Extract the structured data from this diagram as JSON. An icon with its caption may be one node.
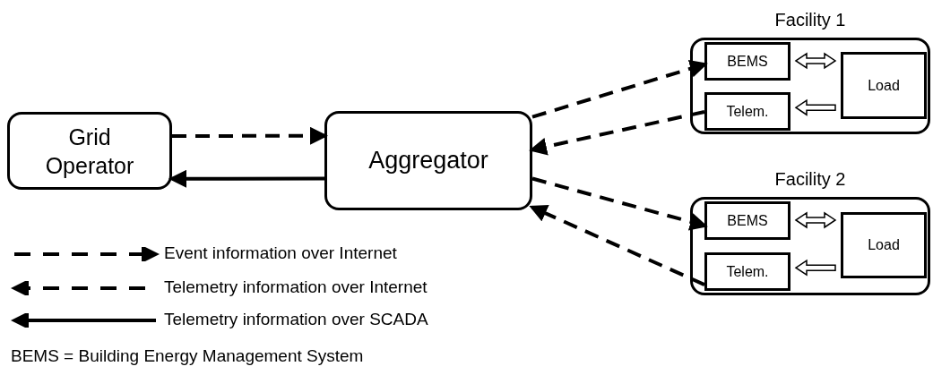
{
  "diagram": {
    "nodes": [
      {
        "text": [
          "Grid Operator"
        ]
      },
      {
        "text": [
          "Aggregator"
        ]
      },
      {
        "text": [
          "Facility 1"
        ]
      },
      {
        "text": [
          "BEMS"
        ],
        "in": 2
      },
      {
        "text": [
          "Telem."
        ],
        "in": 2
      },
      {
        "text": [
          "Load"
        ],
        "in": 2
      },
      {
        "text": [
          "Facility 2"
        ]
      },
      {
        "text": [
          "BEMS"
        ],
        "in": 6
      },
      {
        "text": [
          "Telem."
        ],
        "in": 6
      },
      {
        "text": [
          "Load"
        ],
        "in": 6
      }
    ],
    "edges": [
      {
        "from": 0,
        "to": 1,
        "arrow": "to",
        "style": "dashed"
      },
      {
        "from": 1,
        "to": 0,
        "arrow": "to"
      },
      {
        "from": 1,
        "to": 3,
        "arrow": "to",
        "style": "dashed"
      },
      {
        "from": 4,
        "to": 1,
        "arrow": "to",
        "style": "dashed"
      },
      {
        "from": 1,
        "to": 7,
        "arrow": "to",
        "style": "dashed"
      },
      {
        "from": 8,
        "to": 1,
        "arrow": "to",
        "style": "dashed"
      },
      {
        "from": 3,
        "to": 5,
        "arrow": "both",
        "style": "thick"
      },
      {
        "from": 5,
        "to": 4,
        "arrow": "to",
        "style": "thick"
      },
      {
        "from": 7,
        "to": 9,
        "arrow": "both",
        "style": "thick"
      },
      {
        "from": 9,
        "to": 8,
        "arrow": "to",
        "style": "thick"
      }
    ],
    "labels": [
      "BEMS = Building Energy Management System"
    ],
    "legend": [
      {
        "text": "Event information over Internet"
      },
      {
        "text": "Telemetry information over Internet"
      },
      {
        "text": "Telemetry information over SCADA"
      }
    ]
  }
}
